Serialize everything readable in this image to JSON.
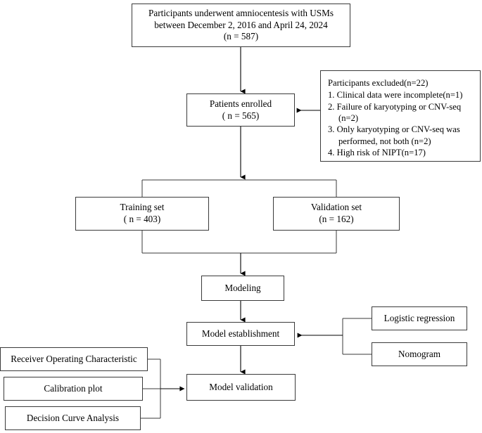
{
  "diagram": {
    "title": "Study flowchart",
    "type": "flowchart",
    "stroke_color": "#3a3a3a",
    "background_color": "#ffffff"
  },
  "nodes": {
    "enrollment": {
      "label": "Participants underwent amniocentesis with USMs\nbetween December 2, 2016 and April 24, 2024\n(n = 587)"
    },
    "excluded": {
      "title": "Participants excluded(n=22)",
      "items": [
        {
          "num": "1.",
          "text": "Clinical data were incomplete(n=1)"
        },
        {
          "num": "2.",
          "text": "Failure of karyotyping or CNV-seq\n(n=2)"
        },
        {
          "num": "3.",
          "text": "Only karyotyping or CNV-seq was\nperformed, not both (n=2)"
        },
        {
          "num": "4.",
          "text": "High risk of NIPT(n=17)"
        }
      ]
    },
    "enrolled": {
      "label": "Patients enrolled\n( n = 565)"
    },
    "training_set": {
      "label": "Training set\n( n = 403)"
    },
    "validation_set": {
      "label": "Validation set\n(n = 162)"
    },
    "modeling": {
      "label": "Modeling"
    },
    "model_establishment": {
      "label": "Model establishment"
    },
    "model_validation": {
      "label": "Model validation"
    },
    "logistic_regression": {
      "label": "Logistic regression"
    },
    "nomogram": {
      "label": "Nomogram"
    },
    "roc": {
      "label": "Receiver Operating Characteristic"
    },
    "calibration_plot": {
      "label": "Calibration plot"
    },
    "decision_curve_analysis": {
      "label": "Decision Curve Analysis"
    }
  }
}
